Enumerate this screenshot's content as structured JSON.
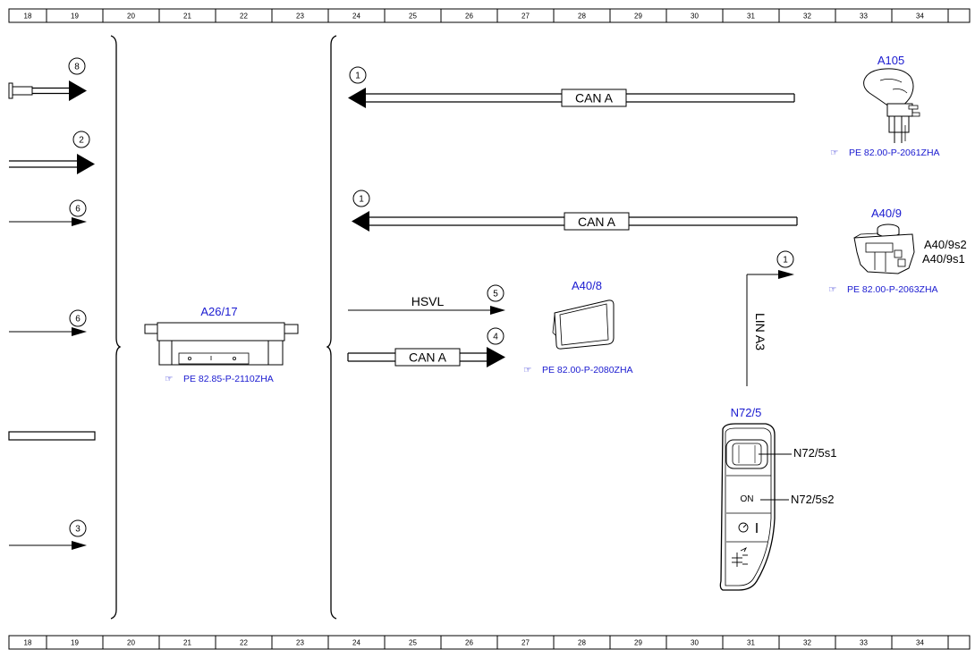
{
  "ruler": {
    "labels": [
      "18",
      "19",
      "20",
      "21",
      "22",
      "23",
      "24",
      "25",
      "26",
      "27",
      "28",
      "29",
      "30",
      "31",
      "32",
      "33",
      "34"
    ]
  },
  "left_arrows": [
    {
      "num": "8"
    },
    {
      "num": "2"
    },
    {
      "num": "6"
    },
    {
      "num": "6"
    },
    {
      "num": "3"
    }
  ],
  "components": {
    "a26_17": {
      "name": "A26/17",
      "ref": "PE 82.85-P-2110ZHA"
    },
    "a40_8": {
      "name": "A40/8",
      "ref": "PE 82.00-P-2080ZHA"
    },
    "a105": {
      "name": "A105",
      "ref": "PE 82.00-P-2061ZHA"
    },
    "a40_9": {
      "name": "A40/9",
      "ref": "PE 82.00-P-2063ZHA",
      "s2": "A40/9s2",
      "s1": "A40/9s1"
    },
    "n72_5": {
      "name": "N72/5",
      "s1": "N72/5s1",
      "s2": "N72/5s2",
      "on_label": "ON"
    }
  },
  "buses": {
    "can_top": {
      "label": "CAN A",
      "num": "1"
    },
    "can_mid": {
      "label": "CAN A",
      "num": "1"
    },
    "hsvl": {
      "label": "HSVL",
      "num": "5"
    },
    "can_low": {
      "label": "CAN A",
      "num": "4"
    },
    "lin": {
      "label": "LIN A3",
      "num": "1"
    }
  },
  "ref_symbol": "☞"
}
